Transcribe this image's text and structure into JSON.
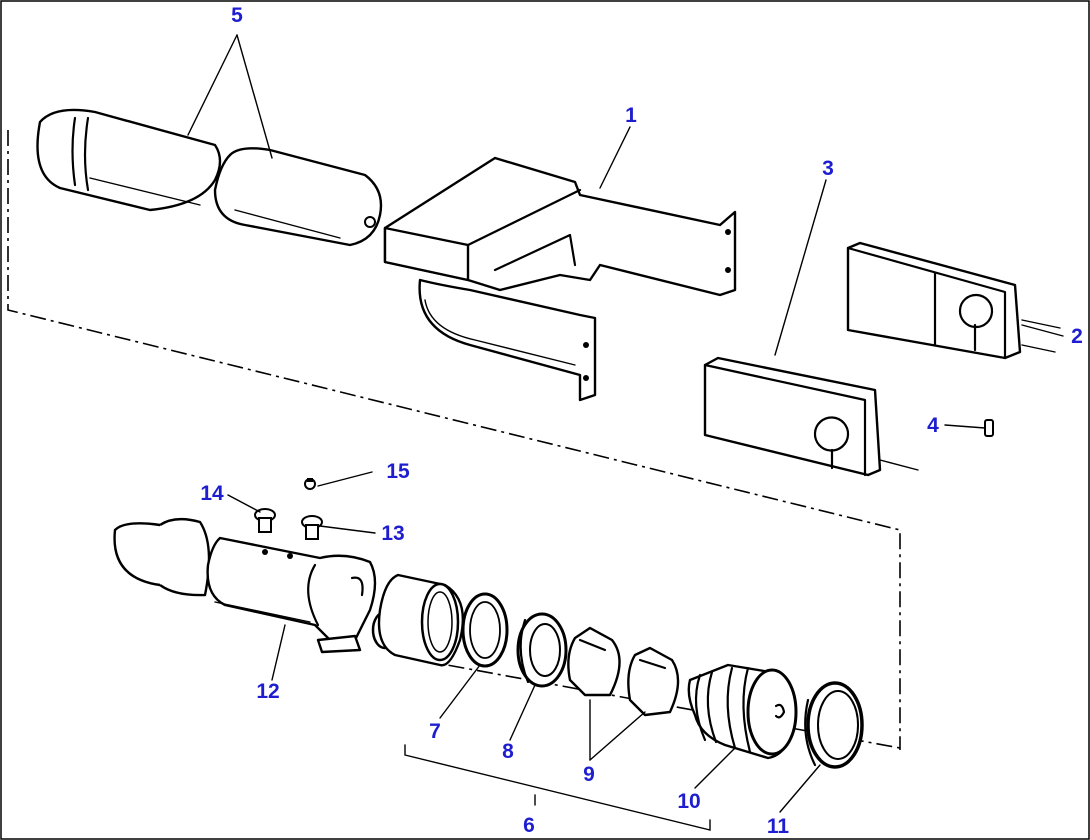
{
  "callouts": {
    "c1": "1",
    "c2": "2",
    "c3": "3",
    "c4": "4",
    "c5": "5",
    "c6": "6",
    "c7": "7",
    "c8": "8",
    "c9": "9",
    "c10": "10",
    "c11": "11",
    "c12": "12",
    "c13": "13",
    "c14": "14",
    "c15": "15"
  },
  "colors": {
    "callout": "#1e1ed0",
    "line": "#000000",
    "background": "#ffffff"
  }
}
